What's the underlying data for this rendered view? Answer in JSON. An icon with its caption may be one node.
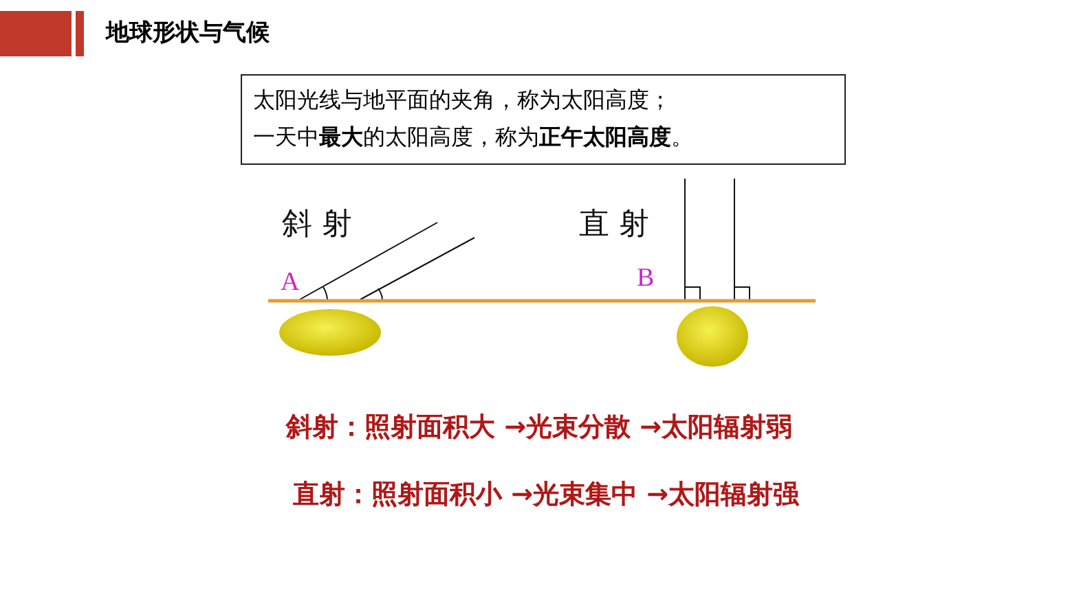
{
  "diagram": {
    "title": "地球形状与气候",
    "nodes": [
      {
        "text": [
          "太阳光线与地平面的夹角，称为太阳高度；",
          "一天中**最大**的太阳高度，称为**正午太阳高度**。"
        ]
      }
    ],
    "labels": [
      "斜 射",
      "直 射",
      "A",
      "B",
      "斜射：照射面积大 →光束分散 →太阳辐射弱",
      "直射：照射面积小 →光束集中 →太阳辐射强"
    ]
  }
}
